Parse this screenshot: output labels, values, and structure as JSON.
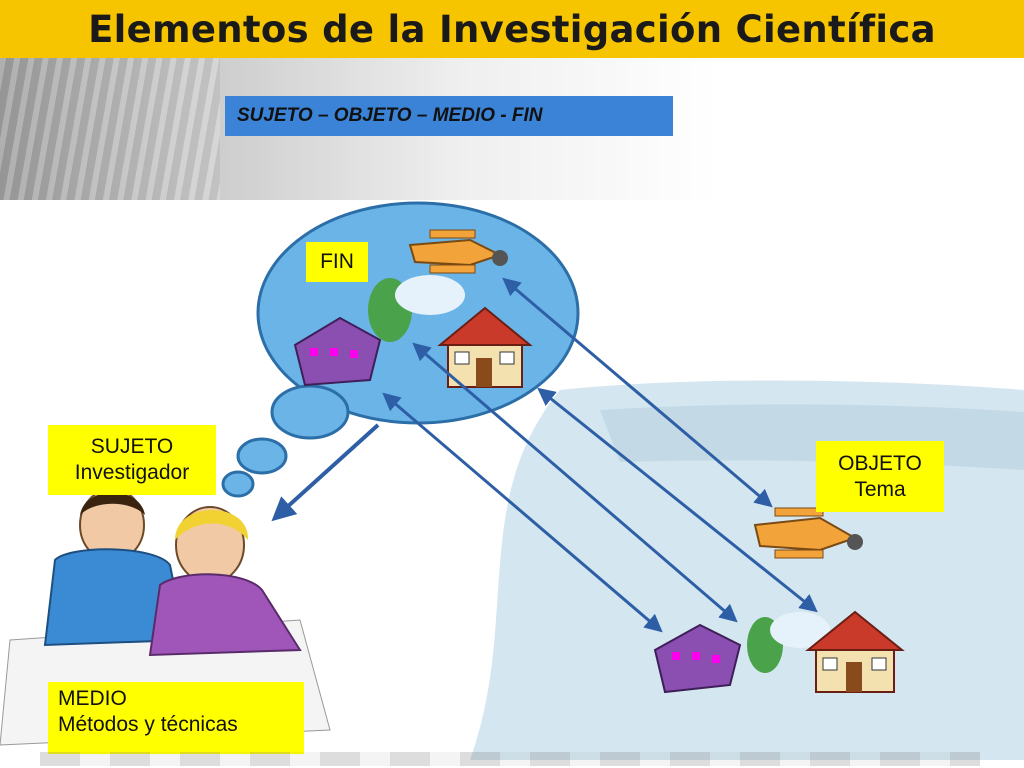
{
  "title": "Elementos de la Investigación Científica",
  "subtitle": "SUJETO – OBJETO – MEDIO - FIN",
  "labels": {
    "fin": "FIN",
    "sujeto": {
      "line1": "SUJETO",
      "line2": "Investigador"
    },
    "objeto": {
      "line1": "OBJETO",
      "line2": "Tema"
    },
    "medio": {
      "line1": "MEDIO",
      "line2": "Métodos y técnicas"
    }
  },
  "colors": {
    "title_bar": "#f7c400",
    "subtitle_box": "#3b83d6",
    "label_bg": "#ffff00",
    "thought_bubble": "#6ab4e8",
    "arrow": "#2e5fa6"
  }
}
